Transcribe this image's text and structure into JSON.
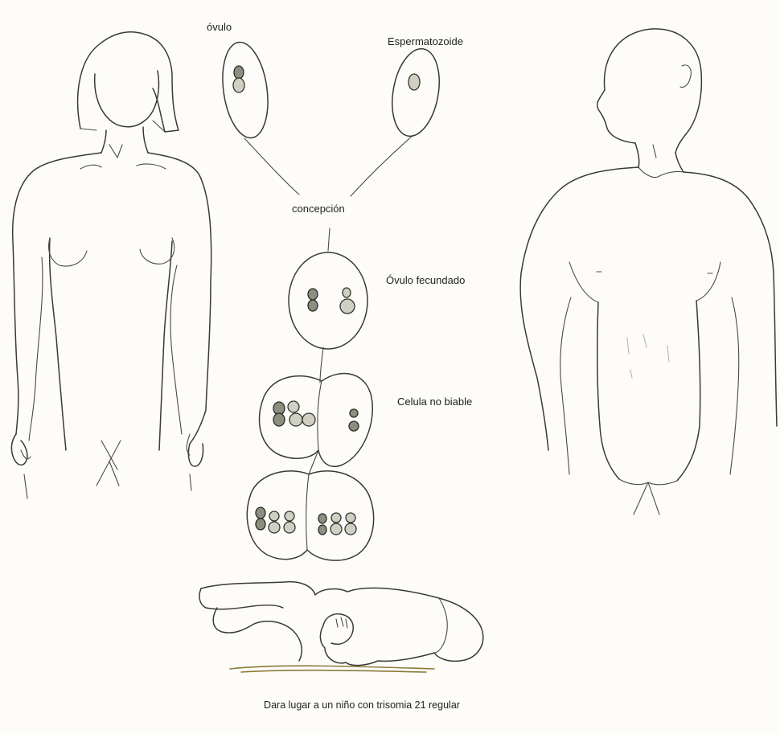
{
  "labels": {
    "ovulo": "óvulo",
    "espermatozoide": "Espermatozoide",
    "concepcion": "concepción",
    "ovulo_fecundado": "Óvulo fecundado",
    "celula_no_viable": "Celula no biable",
    "caption": "Dara lugar a un niño con trisomia 21 regular"
  },
  "colors": {
    "paper": "#fdfcf9",
    "ink": "#3a3a32"
  }
}
